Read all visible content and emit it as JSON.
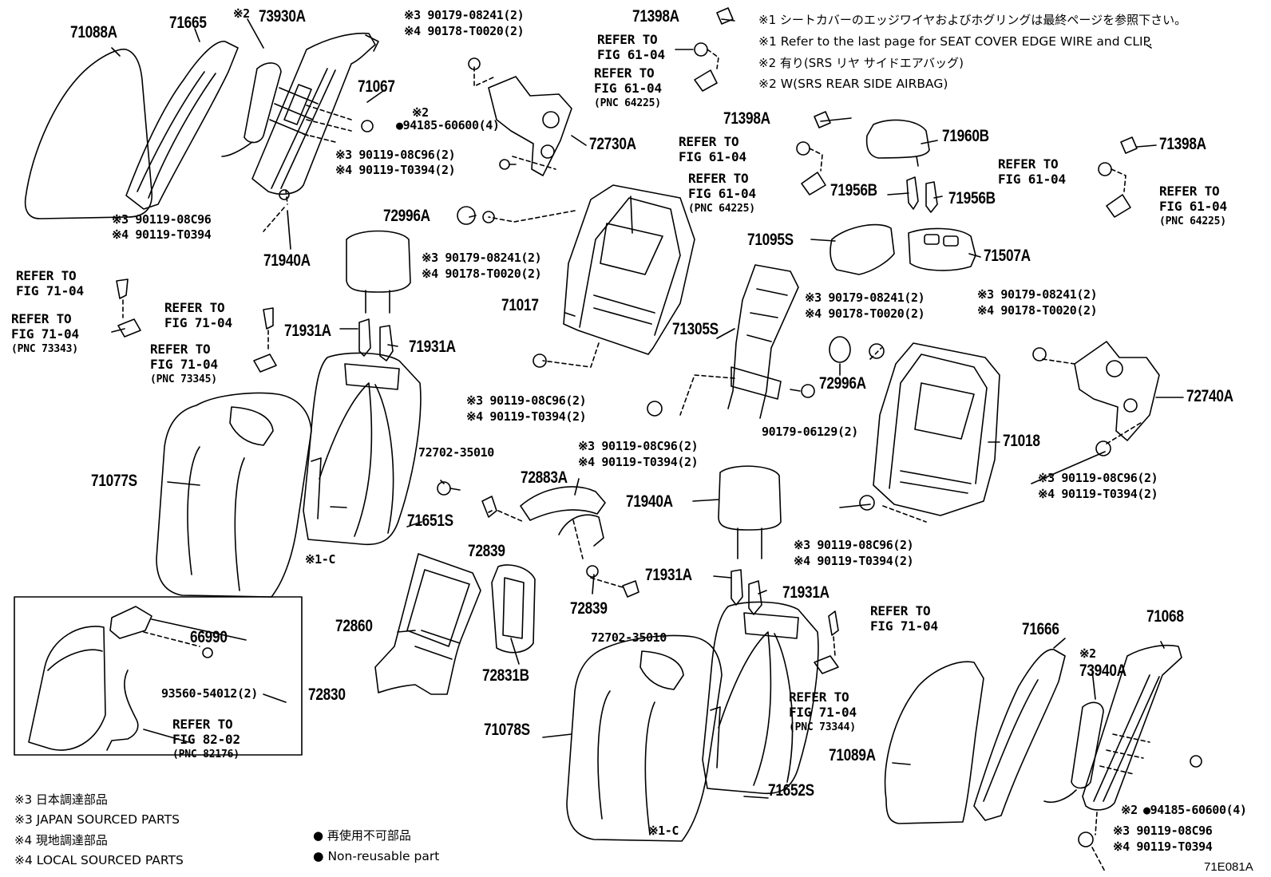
{
  "notes": {
    "n1_jp": "※1 シートカバーのエッジワイヤおよびホグリングは最終ページを参照下さい。",
    "n1_en": "※1 Refer to the last page for SEAT COVER EDGE WIRE and CLIP.",
    "n2_jp": "※2 有り(SRS リヤ サイドエアバッグ)",
    "n2_en": "※2 W(SRS REAR SIDE AIRBAG)"
  },
  "legend": {
    "l3_jp": "※3 日本調達部品",
    "l3_en": "※3 JAPAN SOURCED PARTS",
    "l4_jp": "※4 現地調達部品",
    "l4_en": "※4 LOCAL SOURCED PARTS",
    "nr_jp": "● 再使用不可部品",
    "nr_en": "● Non-reusable part"
  },
  "figure_id": "71E081A",
  "labels": {
    "p71088A": "71088A",
    "p71665": "71665",
    "p73930A_n": "※2",
    "p73930A": "73930A",
    "p71067": "71067",
    "p94185a_n": "※2",
    "p94185a": "●94185-60600(4)",
    "p90119a": "※3 90119-08C96(2)",
    "p90119a2": "※4 90119-T0394(2)",
    "p90119b": "※3 90119-08C96",
    "p90119b2": "※4 90119-T0394",
    "p71940A": "71940A",
    "p90179a": "※3 90179-08241(2)",
    "p90179a2": "※4 90178-T0020(2)",
    "p72730A": "72730A",
    "p71398A_1": "71398A",
    "p71398A_2": "71398A",
    "p71398A_3": "71398A",
    "p72996A_1": "72996A",
    "p72996A_2": "72996A",
    "p90179b": "※3 90179-08241(2)",
    "p90179b2": "※4 90178-T0020(2)",
    "p71017": "71017",
    "p71960B": "71960B",
    "p71956B_1": "71956B",
    "p71956B_2": "71956B",
    "p71095S": "71095S",
    "p71507A": "71507A",
    "p71305S": "71305S",
    "p90179c": "※3 90179-08241(2)",
    "p90179c2": "※4 90178-T0020(2)",
    "p90179d": "※3 90179-08241(2)",
    "p90179d2": "※4 90178-T0020(2)",
    "p71931A_1": "71931A",
    "p71931A_2": "71931A",
    "p71931A_3": "71931A",
    "p71931A_4": "71931A",
    "p90119c": "※3 90119-08C96(2)",
    "p90119c2": "※4 90119-T0394(2)",
    "p90179e": "90179-06129(2)",
    "p90119d": "※3 90119-08C96(2)",
    "p90119d2": "※4 90119-T0394(2)",
    "p72740A": "72740A",
    "p71018": "71018",
    "p90119e": "※3 90119-08C96(2)",
    "p90119e2": "※4 90119-T0394(2)",
    "p90119f": "※3 90119-08C96(2)",
    "p90119f2": "※4 90119-T0394(2)",
    "p71077S": "71077S",
    "p72702a": "72702-35010",
    "p72883A": "72883A",
    "p71651S": "71651S",
    "p72839a": "72839",
    "p72839b": "72839",
    "p71940A_2": "71940A",
    "pC1": "※1-C",
    "pC2": "※1-C",
    "p72860": "72860",
    "p72831B": "72831B",
    "p72702b": "72702-35010",
    "p66990": "66990",
    "p93560": "93560-54012(2)",
    "p72830": "72830",
    "p71078S": "71078S",
    "p71652S": "71652S",
    "p71666": "71666",
    "p71068": "71068",
    "p73940A_n": "※2",
    "p73940A": "73940A",
    "p71089A": "71089A",
    "p94185b_n": "※2",
    "p94185b": "●94185-60600(4)",
    "p90119g": "※3 90119-08C96",
    "p90119g2": "※4 90119-T0394"
  },
  "refs": {
    "r1a": "REFER TO",
    "r1b": "FIG 61-04",
    "r2a": "REFER TO",
    "r2b": "FIG 61-04",
    "r2c": "(PNC 64225)",
    "r3a": "REFER TO",
    "r3b": "FIG 61-04",
    "r4a": "REFER TO",
    "r4b": "FIG 61-04",
    "r4c": "(PNC 64225)",
    "r5a": "REFER TO",
    "r5b": "FIG 61-04",
    "r6a": "REFER TO",
    "r6b": "FIG 61-04",
    "r6c": "(PNC 64225)",
    "r7a": "REFER TO",
    "r7b": "FIG 71-04",
    "r8a": "REFER TO",
    "r8b": "FIG 71-04",
    "r8c": "(PNC 73343)",
    "r9a": "REFER TO",
    "r9b": "FIG 71-04",
    "r10a": "REFER TO",
    "r10b": "FIG 71-04",
    "r10c": "(PNC 73345)",
    "r11a": "REFER TO",
    "r11b": "FIG 71-04",
    "r12a": "REFER TO",
    "r12b": "FIG 71-04",
    "r12c": "(PNC 73344)",
    "r13a": "REFER TO",
    "r13b": "FIG 82-02",
    "r13c": "(PNC 82176)"
  }
}
